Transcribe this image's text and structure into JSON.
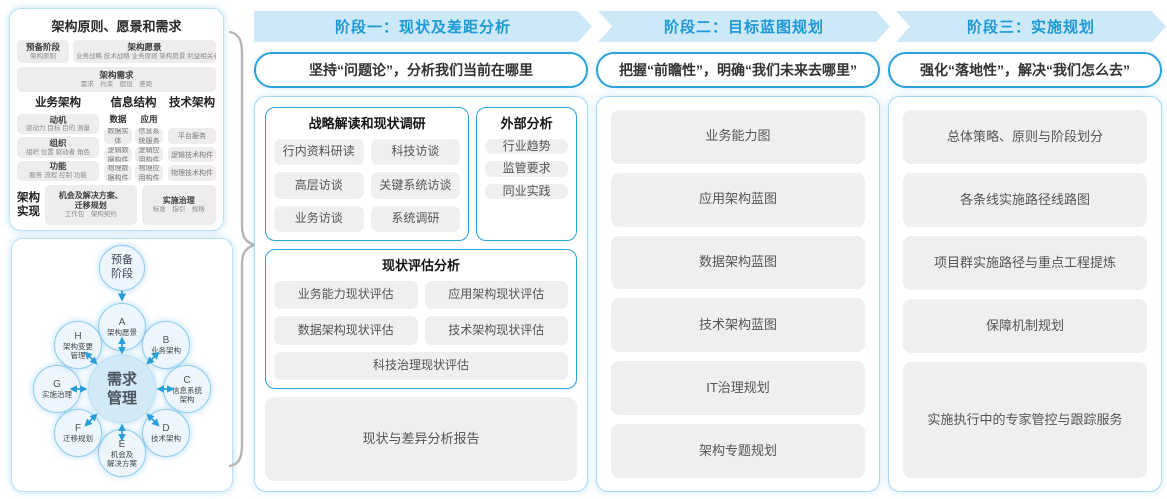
{
  "left_panel": {
    "title": "架构原则、愿景和需求",
    "prep": {
      "title": "预备阶段",
      "sub": "架构原则"
    },
    "vision": {
      "title": "架构愿景",
      "sub": "业务战略 技术战略 业务原则 架构愿景 利益相关者"
    },
    "requirements": {
      "title": "架构需求",
      "sub": "需求　约束　假设　差距"
    },
    "business": {
      "title": "业务架构",
      "items": [
        {
          "title": "动机",
          "sub": "驱动力 目标 目的 测量"
        },
        {
          "title": "组织",
          "sub": "组织 位置 驱动者 角色"
        },
        {
          "title": "功能",
          "sub": "服务 流程 控制 功能"
        }
      ]
    },
    "info": {
      "title": "信息结构",
      "data_col": {
        "title": "数据",
        "items": [
          "数据实体",
          "逻辑数据构件",
          "物理数据构件"
        ]
      },
      "app_col": {
        "title": "应用",
        "items": [
          "信息系统服务",
          "逻辑应用构件",
          "物理应用构件"
        ]
      }
    },
    "tech": {
      "title": "技术架构",
      "items": [
        "平台服务",
        "逻辑技术构件",
        "物理技术构件"
      ]
    },
    "realization": {
      "label": "架构\n实现",
      "box1": {
        "title": "机会及解决方案、\n迁移规划",
        "sub": "工作包　架构契约"
      },
      "box2": {
        "title": "实施治理",
        "sub": "标准　指引　规格"
      }
    }
  },
  "adm": {
    "prep": "预备\n阶段",
    "center": "需求\n管理",
    "nodes": [
      {
        "letter": "A",
        "label": "架构愿景"
      },
      {
        "letter": "B",
        "label": "业务架构"
      },
      {
        "letter": "C",
        "label": "信息系统\n架构"
      },
      {
        "letter": "D",
        "label": "技术架构"
      },
      {
        "letter": "E",
        "label": "机会及\n解决方案"
      },
      {
        "letter": "F",
        "label": "迁移规划"
      },
      {
        "letter": "G",
        "label": "实施治理"
      },
      {
        "letter": "H",
        "label": "架构变更\n管理"
      }
    ]
  },
  "phases": [
    {
      "header": "阶段一：现状及差距分析",
      "subtitle": "坚持“问题论”，分析我们当前在哪里"
    },
    {
      "header": "阶段二：目标蓝图规划",
      "subtitle": "把握“前瞻性”，明确“我们未来去哪里”"
    },
    {
      "header": "阶段三：实施规划",
      "subtitle": "强化“落地性”，解决“我们怎么去”"
    }
  ],
  "phase1": {
    "strategy": {
      "title": "战略解读和现状调研",
      "items": [
        "行内资料研读",
        "科技访谈",
        "高层访谈",
        "关键系统访谈",
        "业务访谈",
        "系统调研"
      ]
    },
    "external": {
      "title": "外部分析",
      "items": [
        "行业趋势",
        "监管要求",
        "同业实践"
      ]
    },
    "assessment": {
      "title": "现状评估分析",
      "items": [
        "业务能力现状评估",
        "应用架构现状评估",
        "数据架构现状评估",
        "技术架构现状评估"
      ],
      "full_item": "科技治理现状评估"
    },
    "report": "现状与差异分析报告"
  },
  "phase2": {
    "items": [
      "业务能力图",
      "应用架构蓝图",
      "数据架构蓝图",
      "技术架构蓝图",
      "IT治理规划",
      "架构专题规划"
    ]
  },
  "phase3": {
    "items": [
      "总体策略、原则与阶段划分",
      "各条线实施路径线路图",
      "项目群实施路径与重点工程提炼",
      "保障机制规划",
      "实施执行中的专家管控与跟踪服务"
    ]
  },
  "colors": {
    "accent_blue": "#2aa3dc",
    "band_fill": "#cde9f8",
    "band_text": "#1c99d6",
    "item_gray": "#efefef"
  }
}
